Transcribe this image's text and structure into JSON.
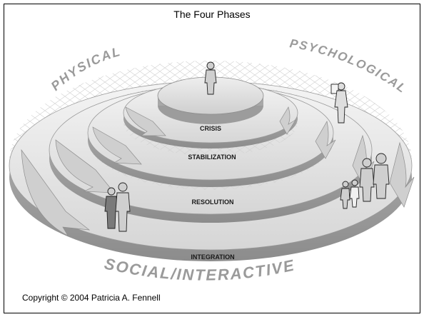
{
  "title": "The Four Phases",
  "domains": {
    "physical": "PHYSICAL",
    "psychological": "PSYCHOLOGICAL",
    "social": "SOCIAL/INTERACTIVE"
  },
  "phases": [
    {
      "label": "CRISIS"
    },
    {
      "label": "STABILIZATION"
    },
    {
      "label": "RESOLUTION"
    },
    {
      "label": "INTEGRATION"
    }
  ],
  "copyright": "Copyright © 2004 Patricia A. Fennell"
}
